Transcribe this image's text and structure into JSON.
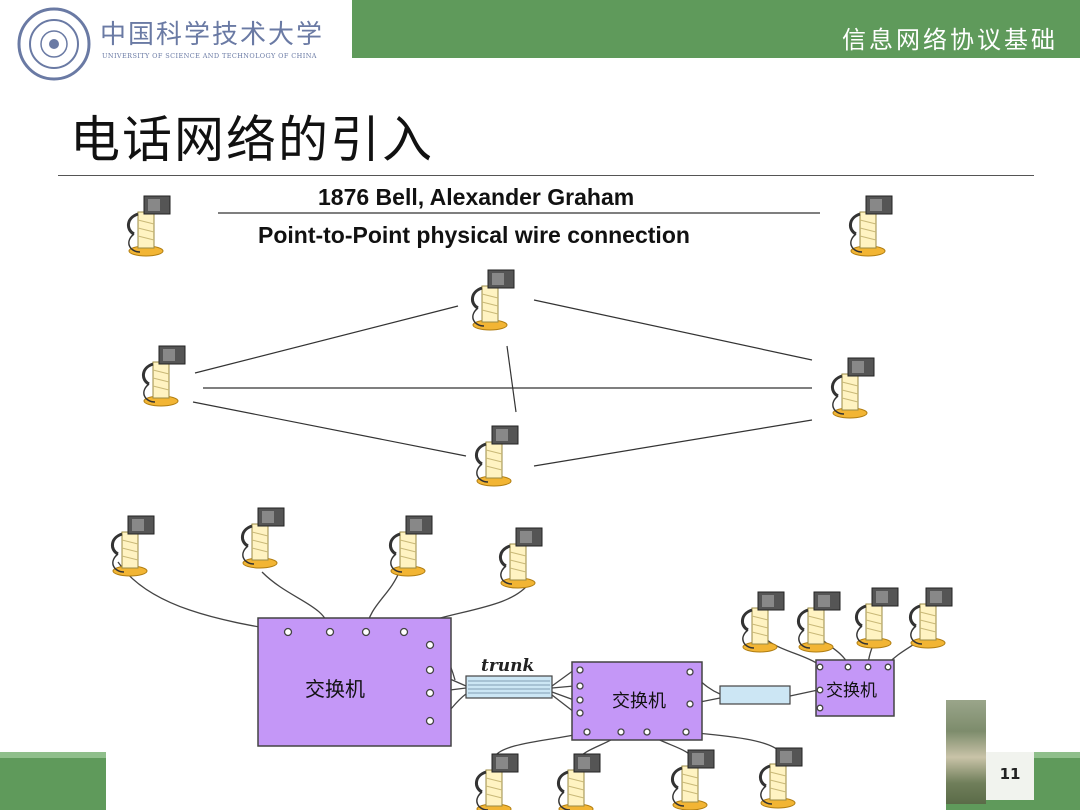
{
  "header": {
    "university_cn": "中国科学技术大学",
    "university_en": "UNIVERSITY OF SCIENCE AND TECHNOLOGY OF CHINA",
    "course_title": "信息网络协议基础",
    "colors": {
      "bar": "#5f9a5b",
      "seal": "#6a7aa4"
    }
  },
  "slide": {
    "title": "电话网络的引入",
    "page_number": "11"
  },
  "diagram": {
    "caption_line1": "1876 Bell, Alexander Graham",
    "caption_line2": "Point-to-Point physical wire connection",
    "trunk_label": "trunk",
    "switch_labels": [
      "交换机",
      "交换机",
      "交换机"
    ],
    "colors": {
      "switch_fill": "#c497f7",
      "trunk_fill": "#cce6f4",
      "wire": "#444444"
    },
    "icon": "telephone-icon"
  }
}
